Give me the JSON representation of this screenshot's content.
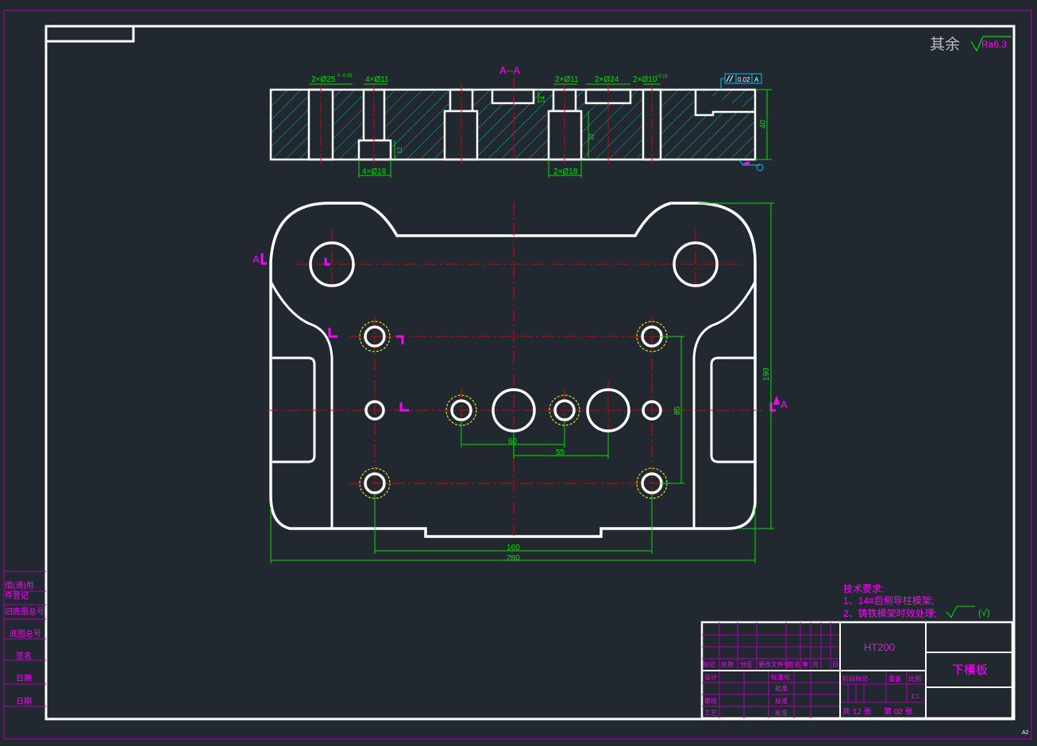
{
  "colors": {
    "background": "#212830",
    "outline": "#ffffff",
    "frame": "#b000b0",
    "dimension": "#00e000",
    "centerline": "#e00000",
    "annotation": "#ff00ff",
    "hatch": "#00b4b4",
    "hidden": "#ffff00"
  },
  "roughness": {
    "label": "其余",
    "value": "Ra6.3"
  },
  "section_view": {
    "title": "A--A",
    "dims_top": [
      "2×Ø25",
      "4×Ø11",
      "2×Ø11",
      "2×Ø24",
      "2×Ø10"
    ],
    "tol_h7": "0\n-0.05",
    "tol_0_01": "+0.01",
    "dims_bottom": [
      "4×Ø18",
      "2×Ø18"
    ],
    "height": "40",
    "depth_12": "12",
    "depth_32": "32",
    "depth_14": "14",
    "parallel_tol": "0.02",
    "datum": "A"
  },
  "plan_view": {
    "section_mark": "A",
    "dims": {
      "d60": "60",
      "d55": "55",
      "d160": "160",
      "d280": "280",
      "d190": "190",
      "d85": "85"
    }
  },
  "tech": {
    "heading": "技术要求:",
    "line1": "1、14#后侧导柱模架;",
    "line2": "2、铸铁模架时效处理;",
    "mark_sym": "(√)"
  },
  "side_panel": [
    "借(通)用",
    "件登记",
    "旧底图总号",
    "底图总号",
    "签名",
    "日期",
    "日期"
  ],
  "title_block": {
    "material": "HT200",
    "name": "下模板",
    "header_row": [
      "标记",
      "处数",
      "分区",
      "更改文件号",
      "签名",
      "年",
      "月",
      "日"
    ],
    "rows_left": [
      "设计",
      "审核",
      "工艺"
    ],
    "rows_mid": [
      "标准化",
      "批准",
      "标准",
      "批准"
    ],
    "stage_labels": [
      "阶段标记",
      "重量",
      "比例"
    ],
    "scale": "1:1",
    "sheets_total": "共 12 张",
    "sheet_no": "第 02 张"
  },
  "corner_mark": "A2"
}
